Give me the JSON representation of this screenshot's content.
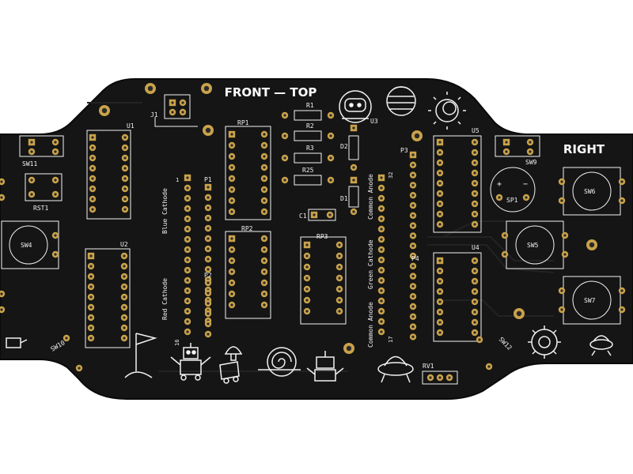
{
  "board": {
    "colors": {
      "background": "#ffffff",
      "board": "#151515",
      "board_edge": "#0a0a0a",
      "pad": "#c9a24a",
      "pad_hole": "#2a2a2a",
      "silk": "#f2f2f2",
      "trace": "#1f1f1f"
    },
    "titles": {
      "front_top": "FRONT — TOP",
      "right": "RIGHT"
    },
    "labels": {
      "u1": "U1",
      "u2": "U2",
      "u3": "U3",
      "u4": "U4",
      "u5": "U5",
      "j1": "J1",
      "rp1": "RP1",
      "rp2": "RP2",
      "rp3": "RP3",
      "r1": "R1",
      "r2": "R2",
      "r3": "R3",
      "r25": "R25",
      "c1": "C1",
      "d1": "D1",
      "d2": "D2",
      "p1": "P1",
      "p2": "P2",
      "p3": "P3",
      "p4": "P4",
      "sw4": "SW4",
      "sw5": "SW5",
      "sw6": "SW6",
      "sw7": "SW7",
      "sw9": "SW9",
      "sw10": "SW10",
      "sw11": "SW11",
      "sw12": "SW12",
      "rst1": "RST1",
      "sp1": "SP1",
      "rv1": "RV1",
      "blue_cathode": "Blue Cathode",
      "red_cathode": "Red Cathode",
      "common_anode_top": "Common Anode",
      "green_cathode": "Green Cathode",
      "common_anode_bottom": "Common Anode",
      "pin_1": "1",
      "pin_16": "16",
      "pin_32": "32",
      "pin_17": "17",
      "plus": "+",
      "minus": "−"
    },
    "icons": [
      "astronaut-helmet-icon",
      "planet-icon",
      "sun-icon",
      "gear-icon",
      "robot-icon",
      "rover-icon",
      "snail-icon",
      "flag-icon",
      "ufo-icon",
      "satellite-icon"
    ]
  }
}
